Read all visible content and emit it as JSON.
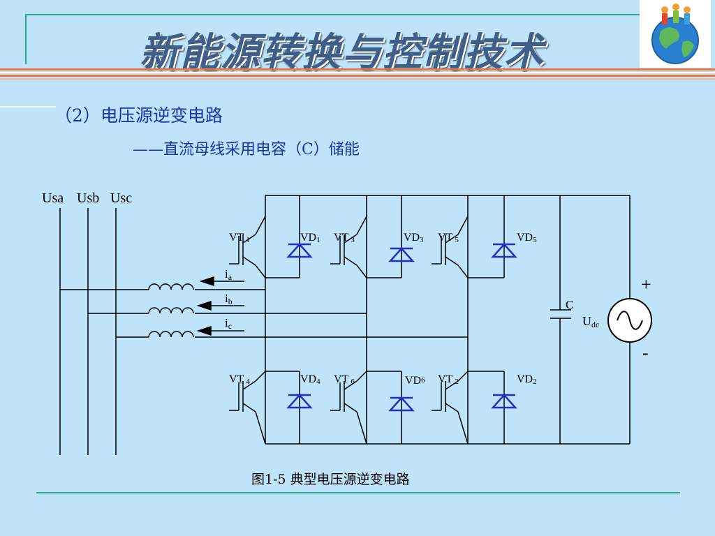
{
  "slide": {
    "title": "新能源转换与控制技术",
    "subtitle": "（2）电压源逆变电路",
    "subtitle2": "——直流母线采用电容（C）储能",
    "caption": "图1-5  典型电压源逆变电路"
  },
  "circuit": {
    "sources": [
      "Usa",
      "Usb",
      "Usc"
    ],
    "top_switches": [
      {
        "vt": "VT",
        "vt_sub": "1",
        "vd": "VD",
        "vd_sub": "1"
      },
      {
        "vt": "VT",
        "vt_sub": "3",
        "vd": "VD",
        "vd_sub": "3"
      },
      {
        "vt": "VT",
        "vt_sub": "5",
        "vd": "VD",
        "vd_sub": "5"
      }
    ],
    "bottom_switches": [
      {
        "vt": "VT",
        "vt_sub": "4",
        "vd": "VD",
        "vd_sub": "4"
      },
      {
        "vt": "VT",
        "vt_sub": "6",
        "vd": "VD",
        "vd_sub": "6"
      },
      {
        "vt": "VT",
        "vt_sub": "2",
        "vd": "VD",
        "vd_sub": "2"
      }
    ],
    "currents": [
      {
        "main": "i",
        "sub": "a"
      },
      {
        "main": "i",
        "sub": "b"
      },
      {
        "main": "i",
        "sub": "c"
      }
    ],
    "capacitor": "C",
    "dc_source": {
      "main": "U",
      "sub": "dc"
    },
    "plus": "+",
    "minus": "-"
  },
  "colors": {
    "background": "#bfe3f8",
    "accent_line": "#2aa58a",
    "title": "#3f5f86",
    "subtitle": "#1a33a8",
    "diode": "#1f2fc8",
    "wire": "#000000"
  }
}
